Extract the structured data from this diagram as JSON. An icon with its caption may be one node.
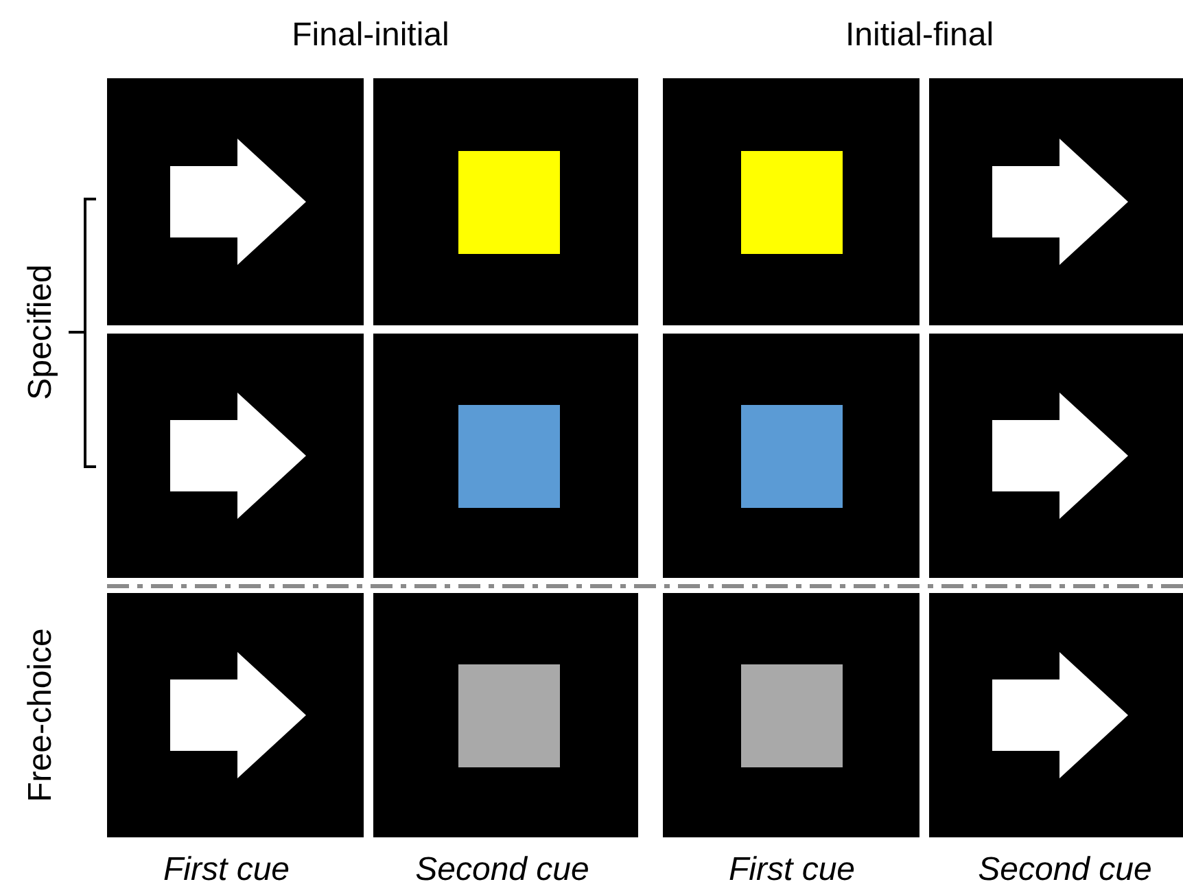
{
  "diagram": {
    "labels": [
      "Final-initial",
      "Initial-final",
      "Specified",
      "Free-choice",
      "First cue",
      "Second cue",
      "First cue",
      "Second cue"
    ]
  }
}
